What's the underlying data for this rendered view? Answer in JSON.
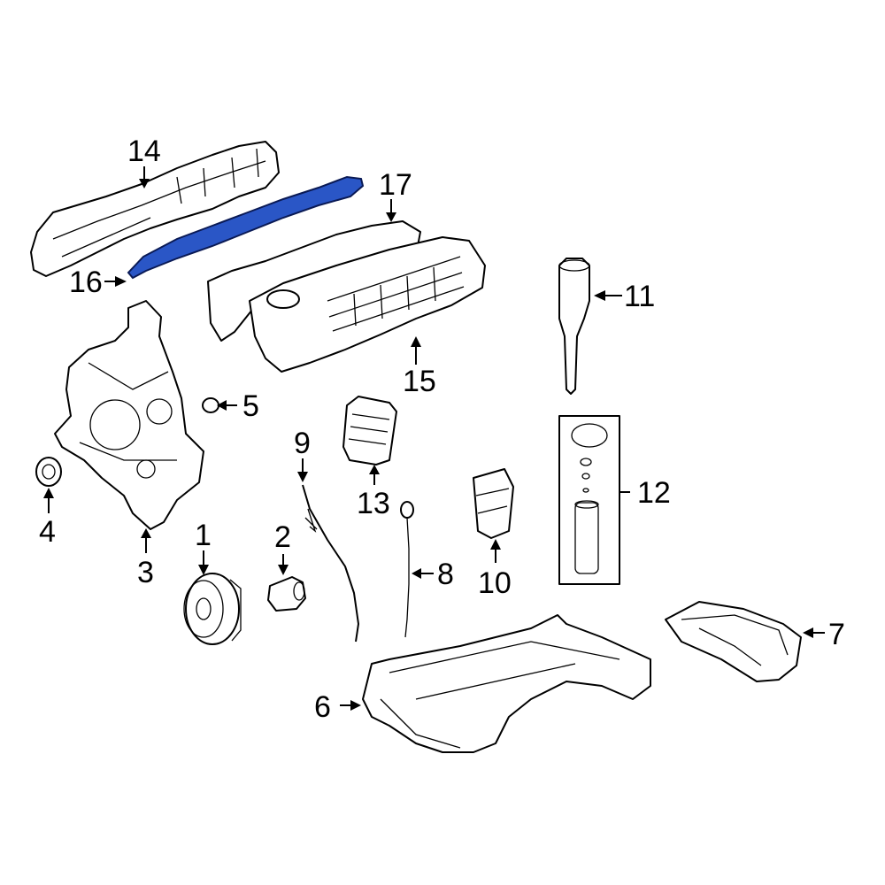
{
  "diagram": {
    "highlight_color": "#2a56c6",
    "line_color": "#000000",
    "callouts": [
      {
        "id": "1",
        "label": "1"
      },
      {
        "id": "2",
        "label": "2"
      },
      {
        "id": "3",
        "label": "3"
      },
      {
        "id": "4",
        "label": "4"
      },
      {
        "id": "5",
        "label": "5"
      },
      {
        "id": "6",
        "label": "6"
      },
      {
        "id": "7",
        "label": "7"
      },
      {
        "id": "8",
        "label": "8"
      },
      {
        "id": "9",
        "label": "9"
      },
      {
        "id": "10",
        "label": "10"
      },
      {
        "id": "11",
        "label": "11"
      },
      {
        "id": "12",
        "label": "12"
      },
      {
        "id": "13",
        "label": "13"
      },
      {
        "id": "14",
        "label": "14"
      },
      {
        "id": "15",
        "label": "15"
      },
      {
        "id": "16",
        "label": "16"
      },
      {
        "id": "17",
        "label": "17"
      }
    ],
    "highlighted_part": "16"
  }
}
